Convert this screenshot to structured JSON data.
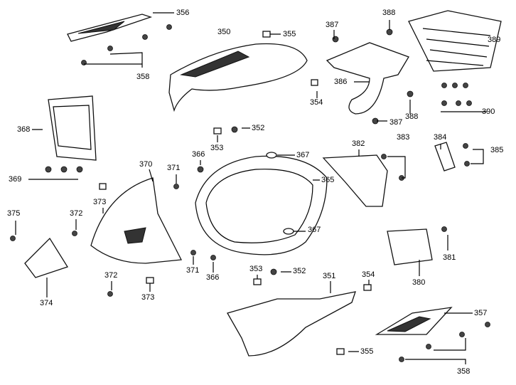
{
  "diagram_title": "",
  "callouts": [
    {
      "id": "356"
    },
    {
      "id": "350"
    },
    {
      "id": "355"
    },
    {
      "id": "387"
    },
    {
      "id": "388"
    },
    {
      "id": "389"
    },
    {
      "id": "386"
    },
    {
      "id": "354"
    },
    {
      "id": "388"
    },
    {
      "id": "387"
    },
    {
      "id": "390"
    },
    {
      "id": "358"
    },
    {
      "id": "368"
    },
    {
      "id": "352"
    },
    {
      "id": "353"
    },
    {
      "id": "367"
    },
    {
      "id": "382"
    },
    {
      "id": "383"
    },
    {
      "id": "384"
    },
    {
      "id": "385"
    },
    {
      "id": "366"
    },
    {
      "id": "370"
    },
    {
      "id": "371"
    },
    {
      "id": "369"
    },
    {
      "id": "365"
    },
    {
      "id": "373"
    },
    {
      "id": "375"
    },
    {
      "id": "372"
    },
    {
      "id": "367"
    },
    {
      "id": "381"
    },
    {
      "id": "371"
    },
    {
      "id": "366"
    },
    {
      "id": "380"
    },
    {
      "id": "353"
    },
    {
      "id": "352"
    },
    {
      "id": "351"
    },
    {
      "id": "354"
    },
    {
      "id": "372"
    },
    {
      "id": "373"
    },
    {
      "id": "374"
    },
    {
      "id": "357"
    },
    {
      "id": "355"
    },
    {
      "id": "358"
    }
  ]
}
